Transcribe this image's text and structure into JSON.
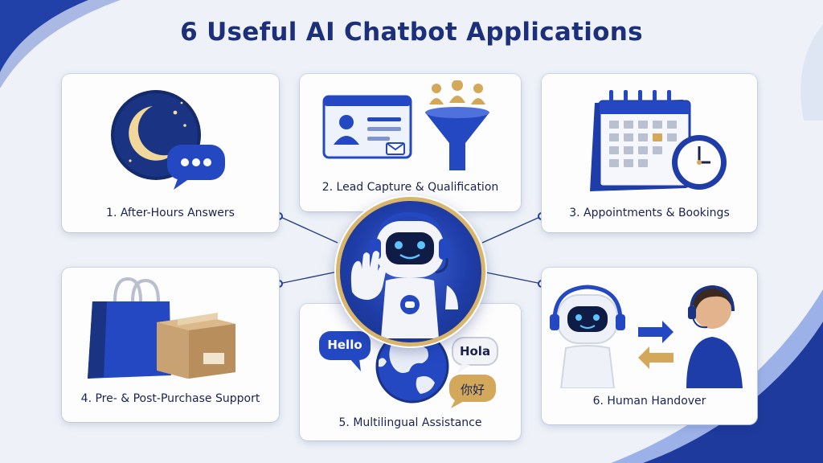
{
  "title": "6 Useful AI Chatbot Applications",
  "applications": [
    {
      "label": "1. After-Hours Answers",
      "icon": "moon-chat-icon"
    },
    {
      "label": "2. Lead Capture & Qualification",
      "icon": "lead-funnel-icon"
    },
    {
      "label": "3. Appointments & Bookings",
      "icon": "calendar-clock-icon"
    },
    {
      "label": "4. Pre- & Post-Purchase Support",
      "icon": "shopping-bag-box-icon"
    },
    {
      "label": "5. Multilingual Assistance",
      "icon": "globe-speech-icon"
    },
    {
      "label": "6. Human Handover",
      "icon": "robot-human-handover-icon"
    }
  ],
  "languages": {
    "hello": "Hello",
    "hola": "Hola",
    "nihao": "你好"
  },
  "colors": {
    "primary": "#1f3da8",
    "title": "#1b2f7a",
    "gold": "#d9b56b",
    "background": "#eef2f8"
  }
}
